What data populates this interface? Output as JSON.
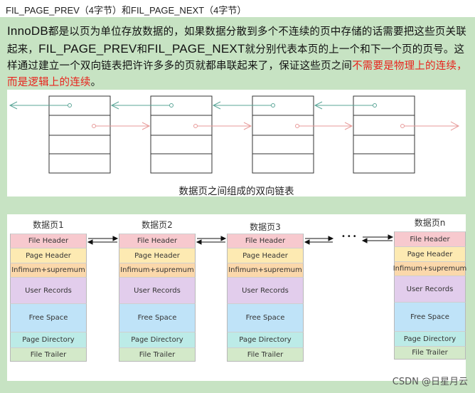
{
  "header": {
    "title": "FIL_PAGE_PREV（4字节）和FIL_PAGE_NEXT（4字节）"
  },
  "paragraph": {
    "innodb": "InnoDB",
    "text1": "都是以页为单位存放数据的，如果数据分散到多个不连续的页中存储的话需要把这些页关联起来，",
    "prev": "FIL_PAGE_PREV",
    "and": "和",
    "next": "FIL_PAGE_NEXT",
    "text2": "就分别代表本页的上一个和下一个页的页号。这样通过建立一个双向链表把许许多多的页就都串联起来了，保证这些页之间",
    "red": "不需要是物理上的连续，而是逻辑上的连续",
    "end": "。"
  },
  "diagram1": {
    "caption": "数据页之间组成的双向链表",
    "colors": {
      "prev_arrow": "#5aa597",
      "next_arrow": "#e79a99"
    }
  },
  "diagram2": {
    "ellipsis": "•••",
    "pages": [
      {
        "label": "数据页1"
      },
      {
        "label": "数据页2"
      },
      {
        "label": "数据页3"
      },
      {
        "label": "数据页n"
      }
    ],
    "segments": [
      {
        "label": "File Header",
        "color": "#f7c9ce"
      },
      {
        "label": "Page Header",
        "color": "#fdeab2"
      },
      {
        "label": "Infimum+supremum",
        "color": "#fbd8ab"
      },
      {
        "label": "User Records",
        "color": "#e2cdec"
      },
      {
        "label": "Free Space",
        "color": "#bfe3f8"
      },
      {
        "label": "Page Directory",
        "color": "#bcebe7"
      },
      {
        "label": "File Trailer",
        "color": "#d3e9c9"
      }
    ]
  },
  "watermark": "CSDN @日星月云"
}
